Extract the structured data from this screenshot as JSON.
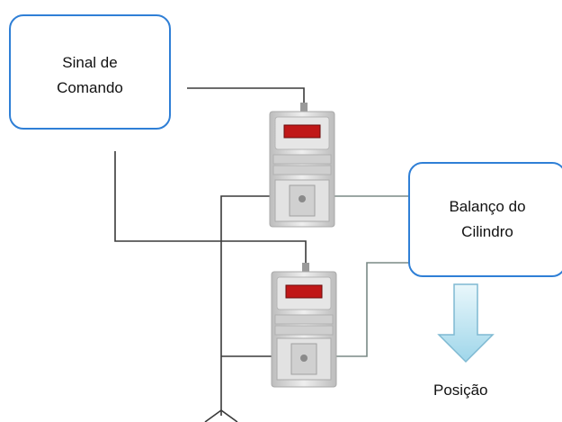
{
  "diagram": {
    "boxes": {
      "command": "Sinal de\nComando",
      "balance": "Balanço do\nCilindro"
    },
    "output_label": "Posição"
  },
  "colors": {
    "box_border": "#2f7fd6",
    "wire": "#3a3a3a",
    "wire_light": "#7a8a86",
    "device_body": "#d6d6d6",
    "display": "#c01818",
    "arrow_fill": "#bfe6f2",
    "arrow_stroke": "#7fb9d2"
  }
}
